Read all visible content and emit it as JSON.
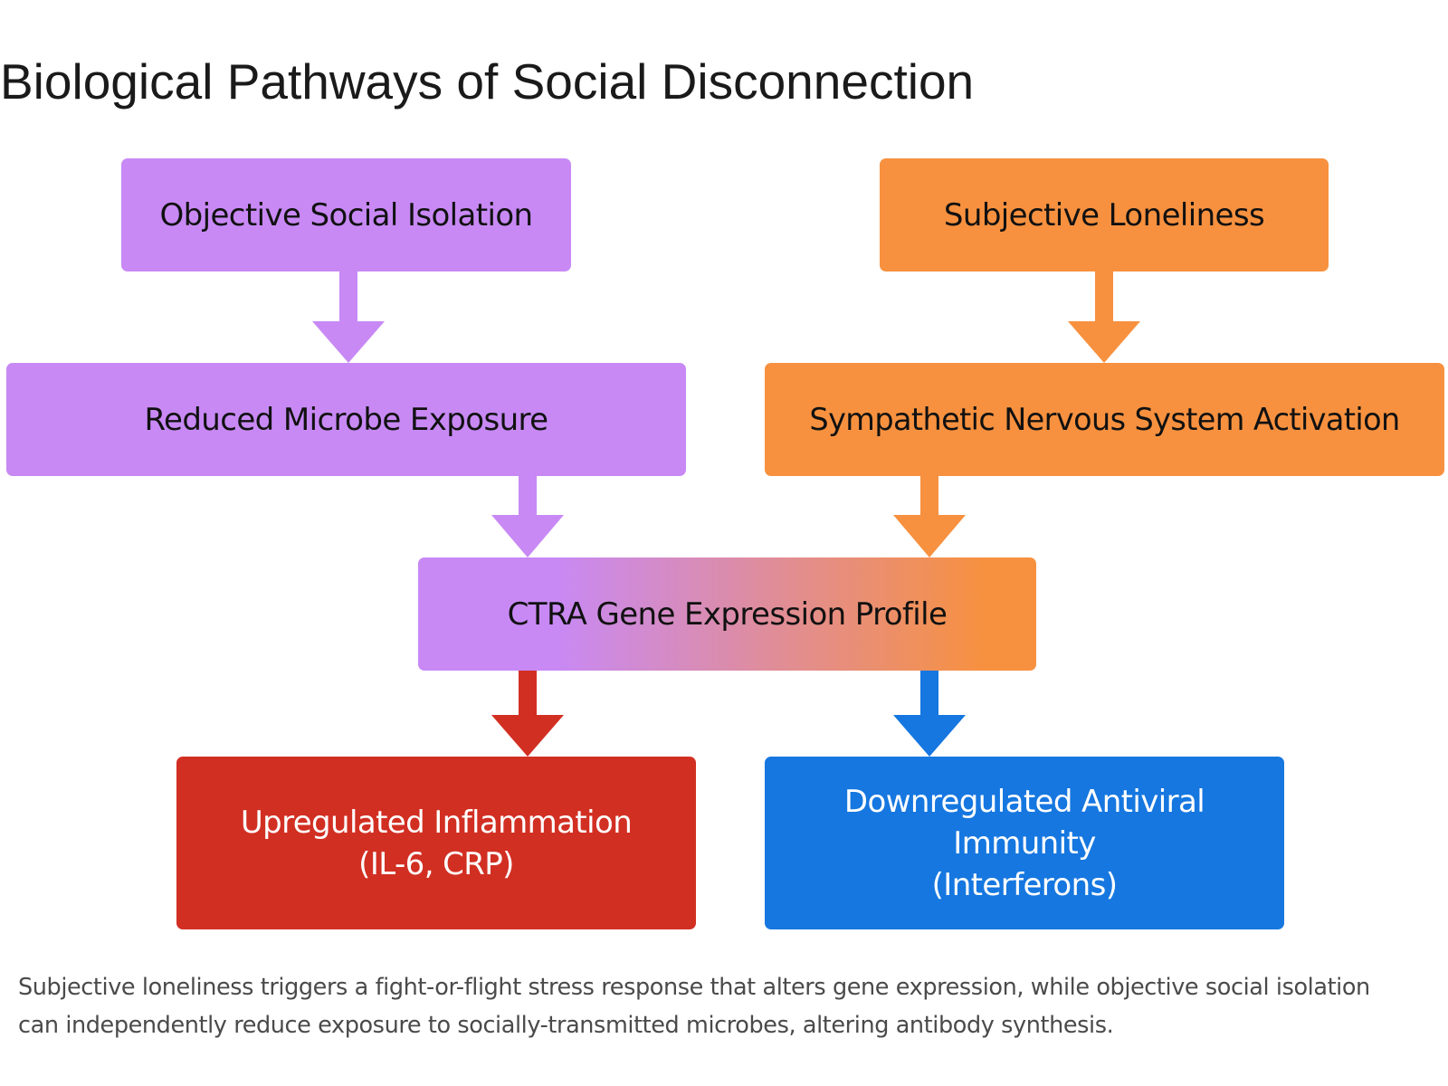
{
  "title": "Biological Pathways of Social Disconnection",
  "colors": {
    "purple": "#c889f5",
    "orange": "#f7913f",
    "red": "#d22f23",
    "blue": "#1677e0",
    "gradient_start": "#c889f5",
    "gradient_end": "#f7913f"
  },
  "nodes": {
    "objective_isolation": {
      "label": "Objective Social Isolation",
      "color": "#c889f5",
      "text_color": "#111111"
    },
    "subjective_loneliness": {
      "label": "Subjective Loneliness",
      "color": "#f7913f",
      "text_color": "#111111"
    },
    "reduced_microbe": {
      "label": "Reduced Microbe Exposure",
      "color": "#c889f5",
      "text_color": "#111111"
    },
    "sns_activation": {
      "label": "Sympathetic Nervous System Activation",
      "color": "#f7913f",
      "text_color": "#111111"
    },
    "ctra": {
      "label": "CTRA Gene Expression Profile",
      "color": "gradient",
      "text_color": "#111111"
    },
    "inflammation": {
      "label": "Upregulated Inflammation\n(IL-6, CRP)",
      "color": "#d22f23",
      "text_color": "#ffffff"
    },
    "antiviral": {
      "label": "Downregulated Antiviral\nImmunity\n(Interferons)",
      "color": "#1677e0",
      "text_color": "#ffffff"
    }
  },
  "edges": [
    {
      "from": "objective_isolation",
      "to": "reduced_microbe",
      "color": "#c889f5"
    },
    {
      "from": "subjective_loneliness",
      "to": "sns_activation",
      "color": "#f7913f"
    },
    {
      "from": "reduced_microbe",
      "to": "ctra",
      "color": "#c889f5"
    },
    {
      "from": "sns_activation",
      "to": "ctra",
      "color": "#f7913f"
    },
    {
      "from": "ctra",
      "to": "inflammation",
      "color": "#d22f23"
    },
    {
      "from": "ctra",
      "to": "antiviral",
      "color": "#1677e0"
    }
  ],
  "caption": "Subjective loneliness triggers a fight-or-flight stress response that alters gene expression, while objective social isolation can independently reduce exposure to socially-transmitted microbes, altering antibody synthesis."
}
